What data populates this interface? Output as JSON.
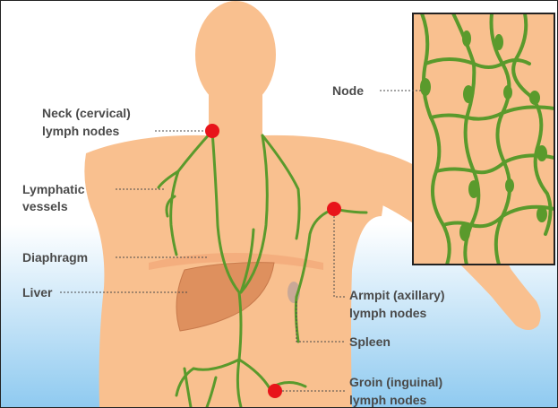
{
  "labels": {
    "neck_line1": "Neck (cervical)",
    "neck_line2": "lymph nodes",
    "vessels_line1": "Lymphatic",
    "vessels_line2": "vessels",
    "diaphragm": "Diaphragm",
    "liver": "Liver",
    "node": "Node",
    "armpit_line1": "Armpit (axillary)",
    "armpit_line2": "lymph nodes",
    "spleen": "Spleen",
    "groin_line1": "Groin (inguinal)",
    "groin_line2": "lymph nodes"
  },
  "colors": {
    "skin": "#f9c08f",
    "lymph_green": "#5a9a2c",
    "node_red": "#e8141a",
    "liver": "#de905e",
    "spleen": "#c9a897",
    "sky_top": "#ffffff",
    "sky_bottom": "#8fcaf0",
    "label_text": "#4a4a4a"
  }
}
